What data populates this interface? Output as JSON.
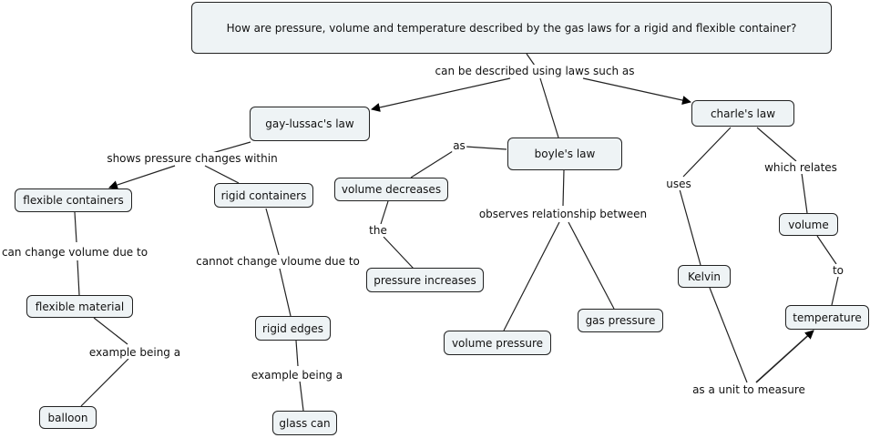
{
  "title": "How are pressure, volume and temperature described by the gas laws for a rigid and flexible container?",
  "concepts": {
    "root": "How are pressure, volume and temperature described by the gas laws for a rigid and flexible container?",
    "gay_lussac": "gay-lussac's law",
    "boyle": "boyle's law",
    "charle": "charle's law",
    "flexible_containers": "flexible containers",
    "rigid_containers": "rigid containers",
    "flexible_material": "flexible material",
    "balloon": "balloon",
    "rigid_edges": "rigid edges",
    "glass_can": "glass can",
    "volume_decreases": "volume decreases",
    "pressure_increases": "pressure increases",
    "volume_pressure": "volume pressure",
    "gas_pressure": "gas pressure",
    "kelvin": "Kelvin",
    "volume": "volume",
    "temperature": "temperature"
  },
  "linking_phrases": {
    "can_be_described": "can be described using laws such as",
    "shows_pressure": "shows pressure changes within",
    "can_change": "can change volume due to",
    "cannot_change": "cannot change vloume due to",
    "example1": "example being a",
    "example2": "example being a",
    "as": "as",
    "the": "the",
    "observes": "observes relationship between",
    "uses": "uses",
    "which_relates": "which relates",
    "to": "to",
    "as_unit": "as a unit to measure"
  }
}
